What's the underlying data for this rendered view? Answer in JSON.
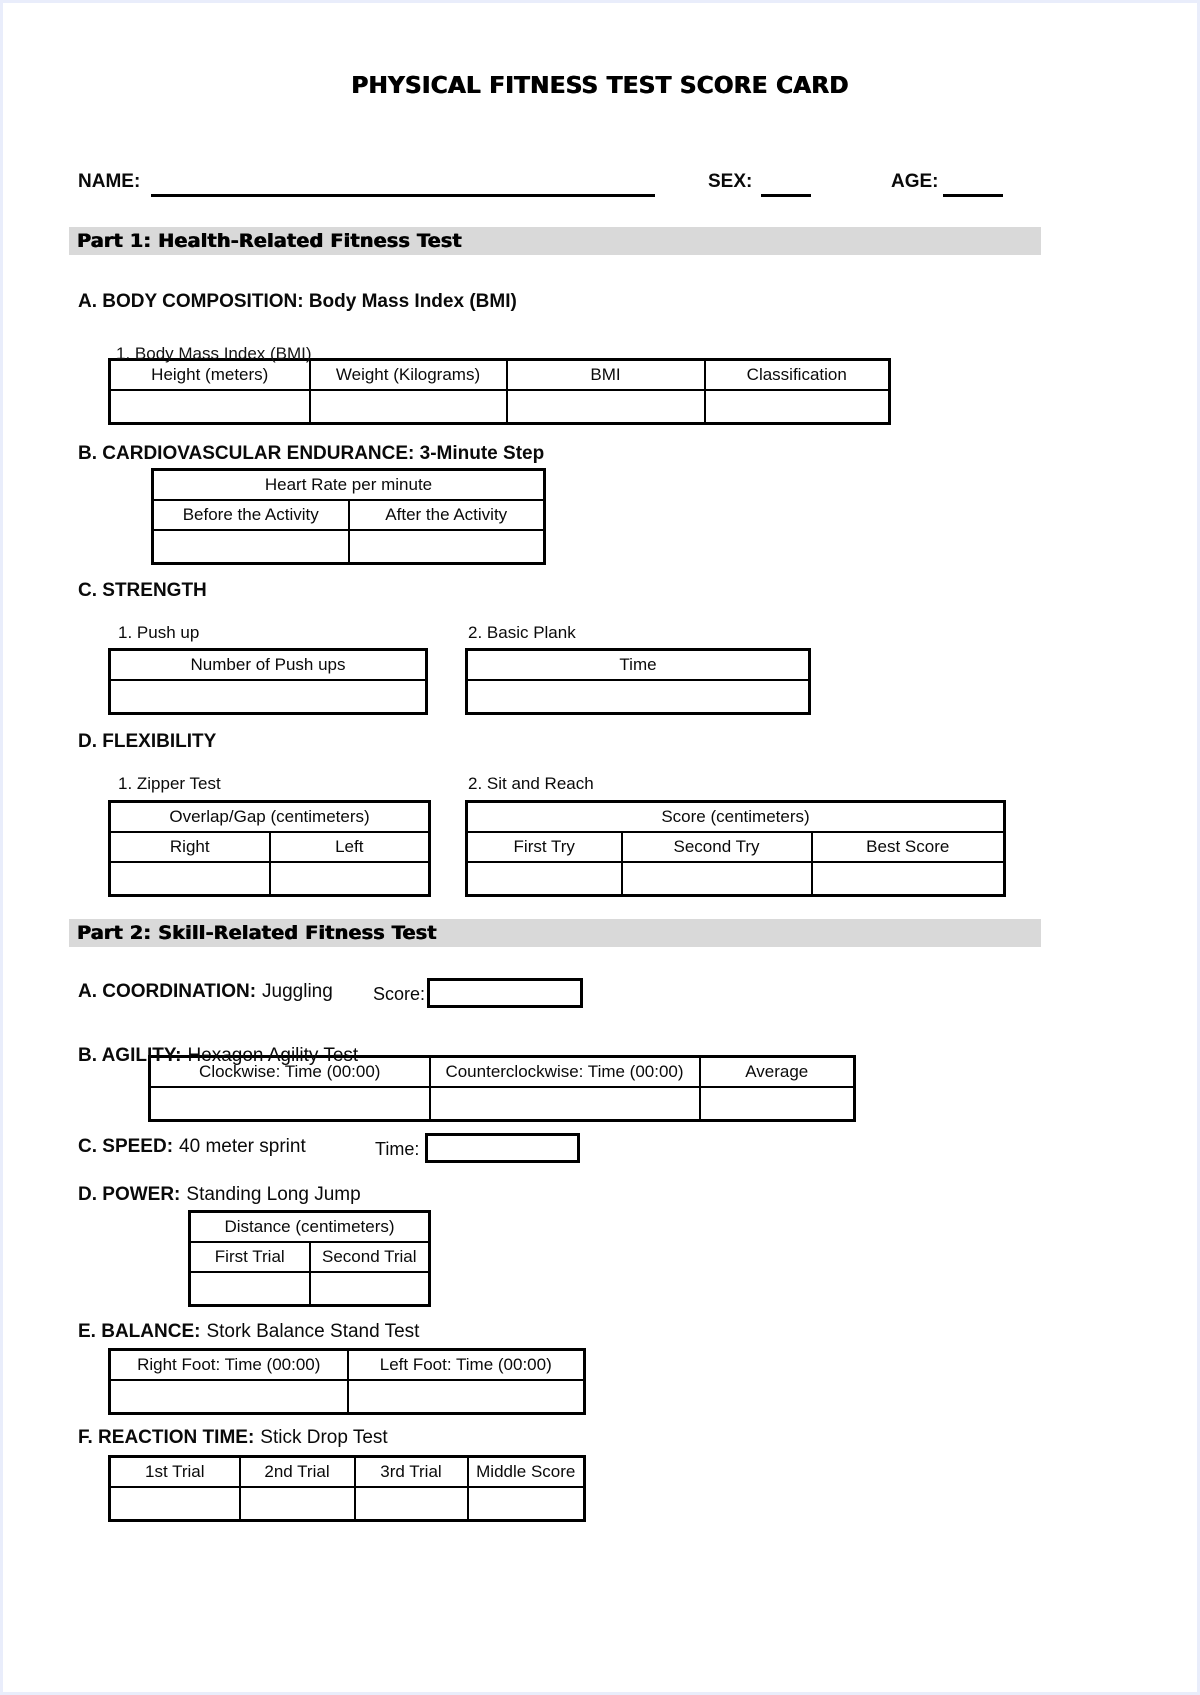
{
  "page": {
    "title": "PHYSICAL FITNESS TEST SCORE CARD"
  },
  "header_fields": {
    "name_label": "NAME:",
    "sex_label": "SEX:",
    "age_label": "AGE:"
  },
  "part1": {
    "banner": "Part 1: Health-Related Fitness Test",
    "body_composition": {
      "heading": "A. BODY COMPOSITION: Body Mass Index (BMI)",
      "overlap_note": "1. Body Mass Index (BMI)",
      "headers": [
        "Height (meters)",
        "Weight (Kilograms)",
        "BMI",
        "Classification"
      ]
    },
    "cardio": {
      "heading": "B. CARDIOVASCULAR ENDURANCE: 3-Minute Step",
      "span_header": "Heart Rate per minute",
      "headers": [
        "Before the Activity",
        "After the Activity"
      ]
    },
    "strength": {
      "heading": "C. STRENGTH",
      "pushup_label": "1. Push up",
      "pushup_header": "Number of Push ups",
      "plank_label": "2. Basic Plank",
      "plank_header": "Time"
    },
    "flexibility": {
      "heading": "D. FLEXIBILITY",
      "zipper_label": "1. Zipper Test",
      "zipper_span": "Overlap/Gap (centimeters)",
      "zipper_headers": [
        "Right",
        "Left"
      ],
      "sitreach_label": "2. Sit and Reach",
      "sitreach_span": "Score (centimeters)",
      "sitreach_headers": [
        "First Try",
        "Second Try",
        "Best Score"
      ]
    }
  },
  "part2": {
    "banner": "Part 2: Skill-Related Fitness Test",
    "coordination": {
      "heading_bold": "A. COORDINATION:",
      "heading_rest": "Juggling",
      "score_label": "Score:"
    },
    "agility": {
      "heading_bold": "B. AGILITY:",
      "overlap_note": "Hexagon Agility Test",
      "headers": [
        "Clockwise: Time (00:00)",
        "Counterclockwise: Time (00:00)",
        "Average"
      ]
    },
    "speed": {
      "heading_bold": "C. SPEED:",
      "heading_rest": "40 meter sprint",
      "time_label": "Time:"
    },
    "power": {
      "heading_bold": "D. POWER:",
      "heading_rest": "Standing Long Jump",
      "span_header": "Distance (centimeters)",
      "headers": [
        "First Trial",
        "Second Trial"
      ]
    },
    "balance": {
      "heading_bold": "E. BALANCE:",
      "heading_rest": "Stork Balance Stand Test",
      "headers": [
        "Right Foot: Time (00:00)",
        "Left Foot: Time (00:00)"
      ]
    },
    "reaction": {
      "heading_bold": "F. REACTION TIME:",
      "heading_rest": "Stick Drop Test",
      "headers": [
        "1st Trial",
        "2nd Trial",
        "3rd Trial",
        "Middle Score"
      ]
    }
  }
}
